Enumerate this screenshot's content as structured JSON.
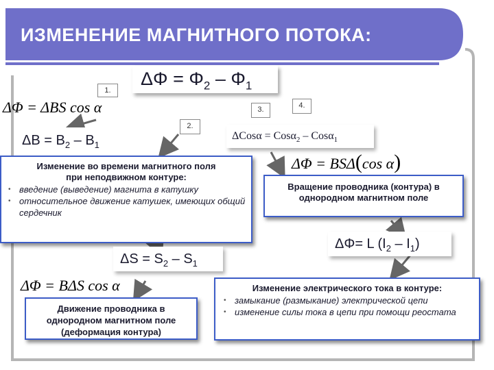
{
  "header": {
    "title": "ИЗМЕНЕНИЕ МАГНИТНОГО ПОТОКА:"
  },
  "main_formula": {
    "text": "ΔΦ = Φ",
    "sub1": "2",
    "minus": " – Φ",
    "sub2": "1"
  },
  "tags": {
    "t1": "1.",
    "t2": "2.",
    "t3": "3.",
    "t4": "4."
  },
  "formulas": {
    "f_bs": "ΔΦ = ΔBS cos α",
    "f_delta_b": {
      "pre": "ΔB = B",
      "s1": "2",
      "mid": " – B",
      "s2": "1"
    },
    "f_cos": {
      "pre": "ΔCosα = Cosα",
      "s1": "2",
      "mid": " – Cosα",
      "s2": "1"
    },
    "f_bsdcos": {
      "pre": "ΔΦ = BSΔ",
      "paren": "cos α"
    },
    "f_delta_s": {
      "pre": "ΔS = S",
      "s1": "2",
      "mid": " – S",
      "s2": "1"
    },
    "f_bds": "ΔΦ = BΔS cos α",
    "f_li": {
      "pre": "ΔΦ= L (I",
      "s1": "2",
      "mid": " – I",
      "s2": "1",
      "end": ")"
    }
  },
  "box1": {
    "heading": "Изменение во времени магнитного поля при неподвижном контуре:",
    "items": [
      "введение (выведение) магнита в катушку",
      "относительное движение катушек, имеющих общий сердечник"
    ]
  },
  "box2": {
    "text": "Вращение проводника (контура) в однородном магнитном поле"
  },
  "box3": {
    "text": "Движение проводника в однородном магнитном поле (деформация контура)"
  },
  "box4": {
    "heading": "Изменение электрического тока в контуре:",
    "items": [
      "замыкание (размыкание) электрической цепи",
      "изменение силы тока в цепи при помощи реостата"
    ]
  },
  "colors": {
    "frame": "#6f6fc9",
    "box_border": "#3c5cc7",
    "title_text": "#ffffff"
  }
}
